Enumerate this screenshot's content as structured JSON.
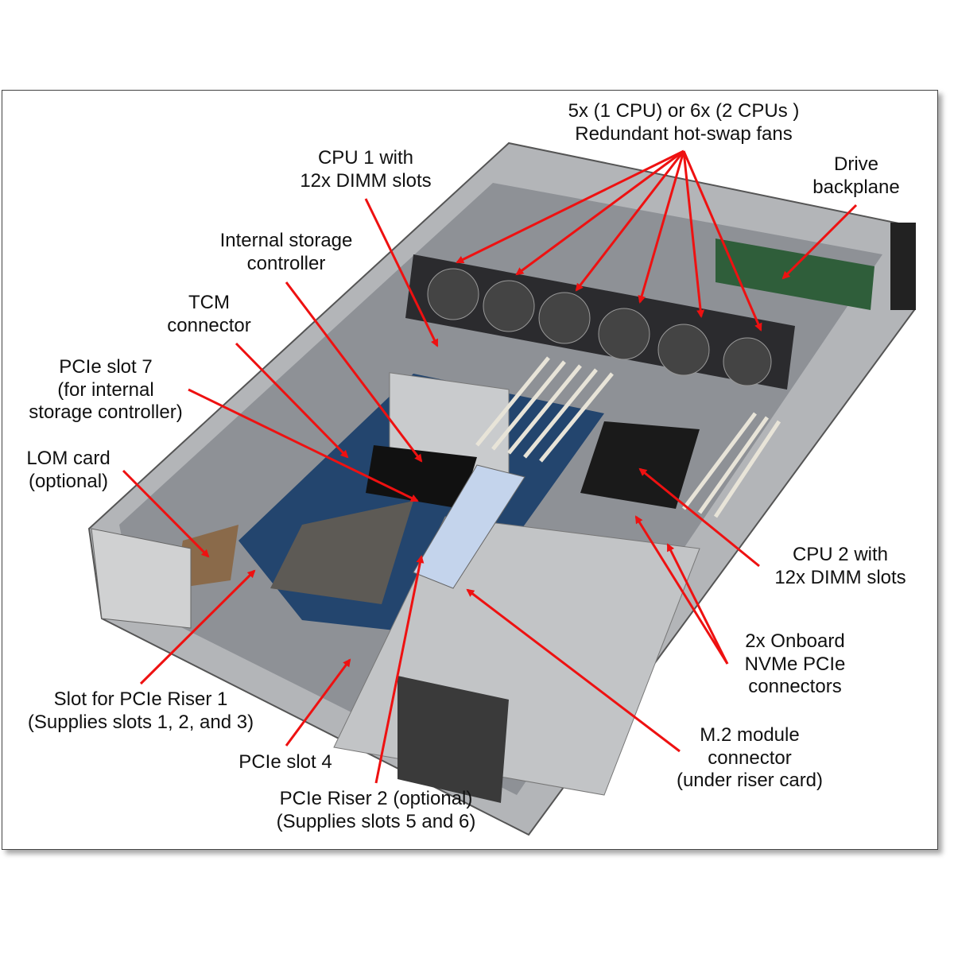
{
  "labels": {
    "fans": [
      "5x (1 CPU) or 6x (2 CPUs )",
      "Redundant hot-swap fans"
    ],
    "drive_backplane": [
      "Drive",
      "backplane"
    ],
    "cpu1": [
      "CPU 1 with",
      "12x DIMM slots"
    ],
    "storage_controller": [
      "Internal storage",
      "controller"
    ],
    "tcm": [
      "TCM",
      "connector"
    ],
    "pcie_slot7": [
      "PCIe slot 7",
      "(for internal",
      "storage controller)"
    ],
    "lom": [
      "LOM card",
      "(optional)"
    ],
    "cpu2": [
      "CPU 2 with",
      "12x DIMM slots"
    ],
    "nvme": [
      "2x Onboard",
      "NVMe PCIe",
      "connectors"
    ],
    "m2": [
      "M.2 module",
      "connector",
      "(under riser card)"
    ],
    "riser1": [
      "Slot for PCIe Riser 1",
      "(Supplies slots 1, 2, and 3)"
    ],
    "pcie_slot4": [
      "PCIe slot 4"
    ],
    "riser2": [
      "PCIe Riser 2 (optional)",
      "(Supplies slots 5 and 6)"
    ]
  },
  "colors": {
    "arrow": "#ee1111",
    "chassis": "#a9abae",
    "board": "#23456e"
  }
}
